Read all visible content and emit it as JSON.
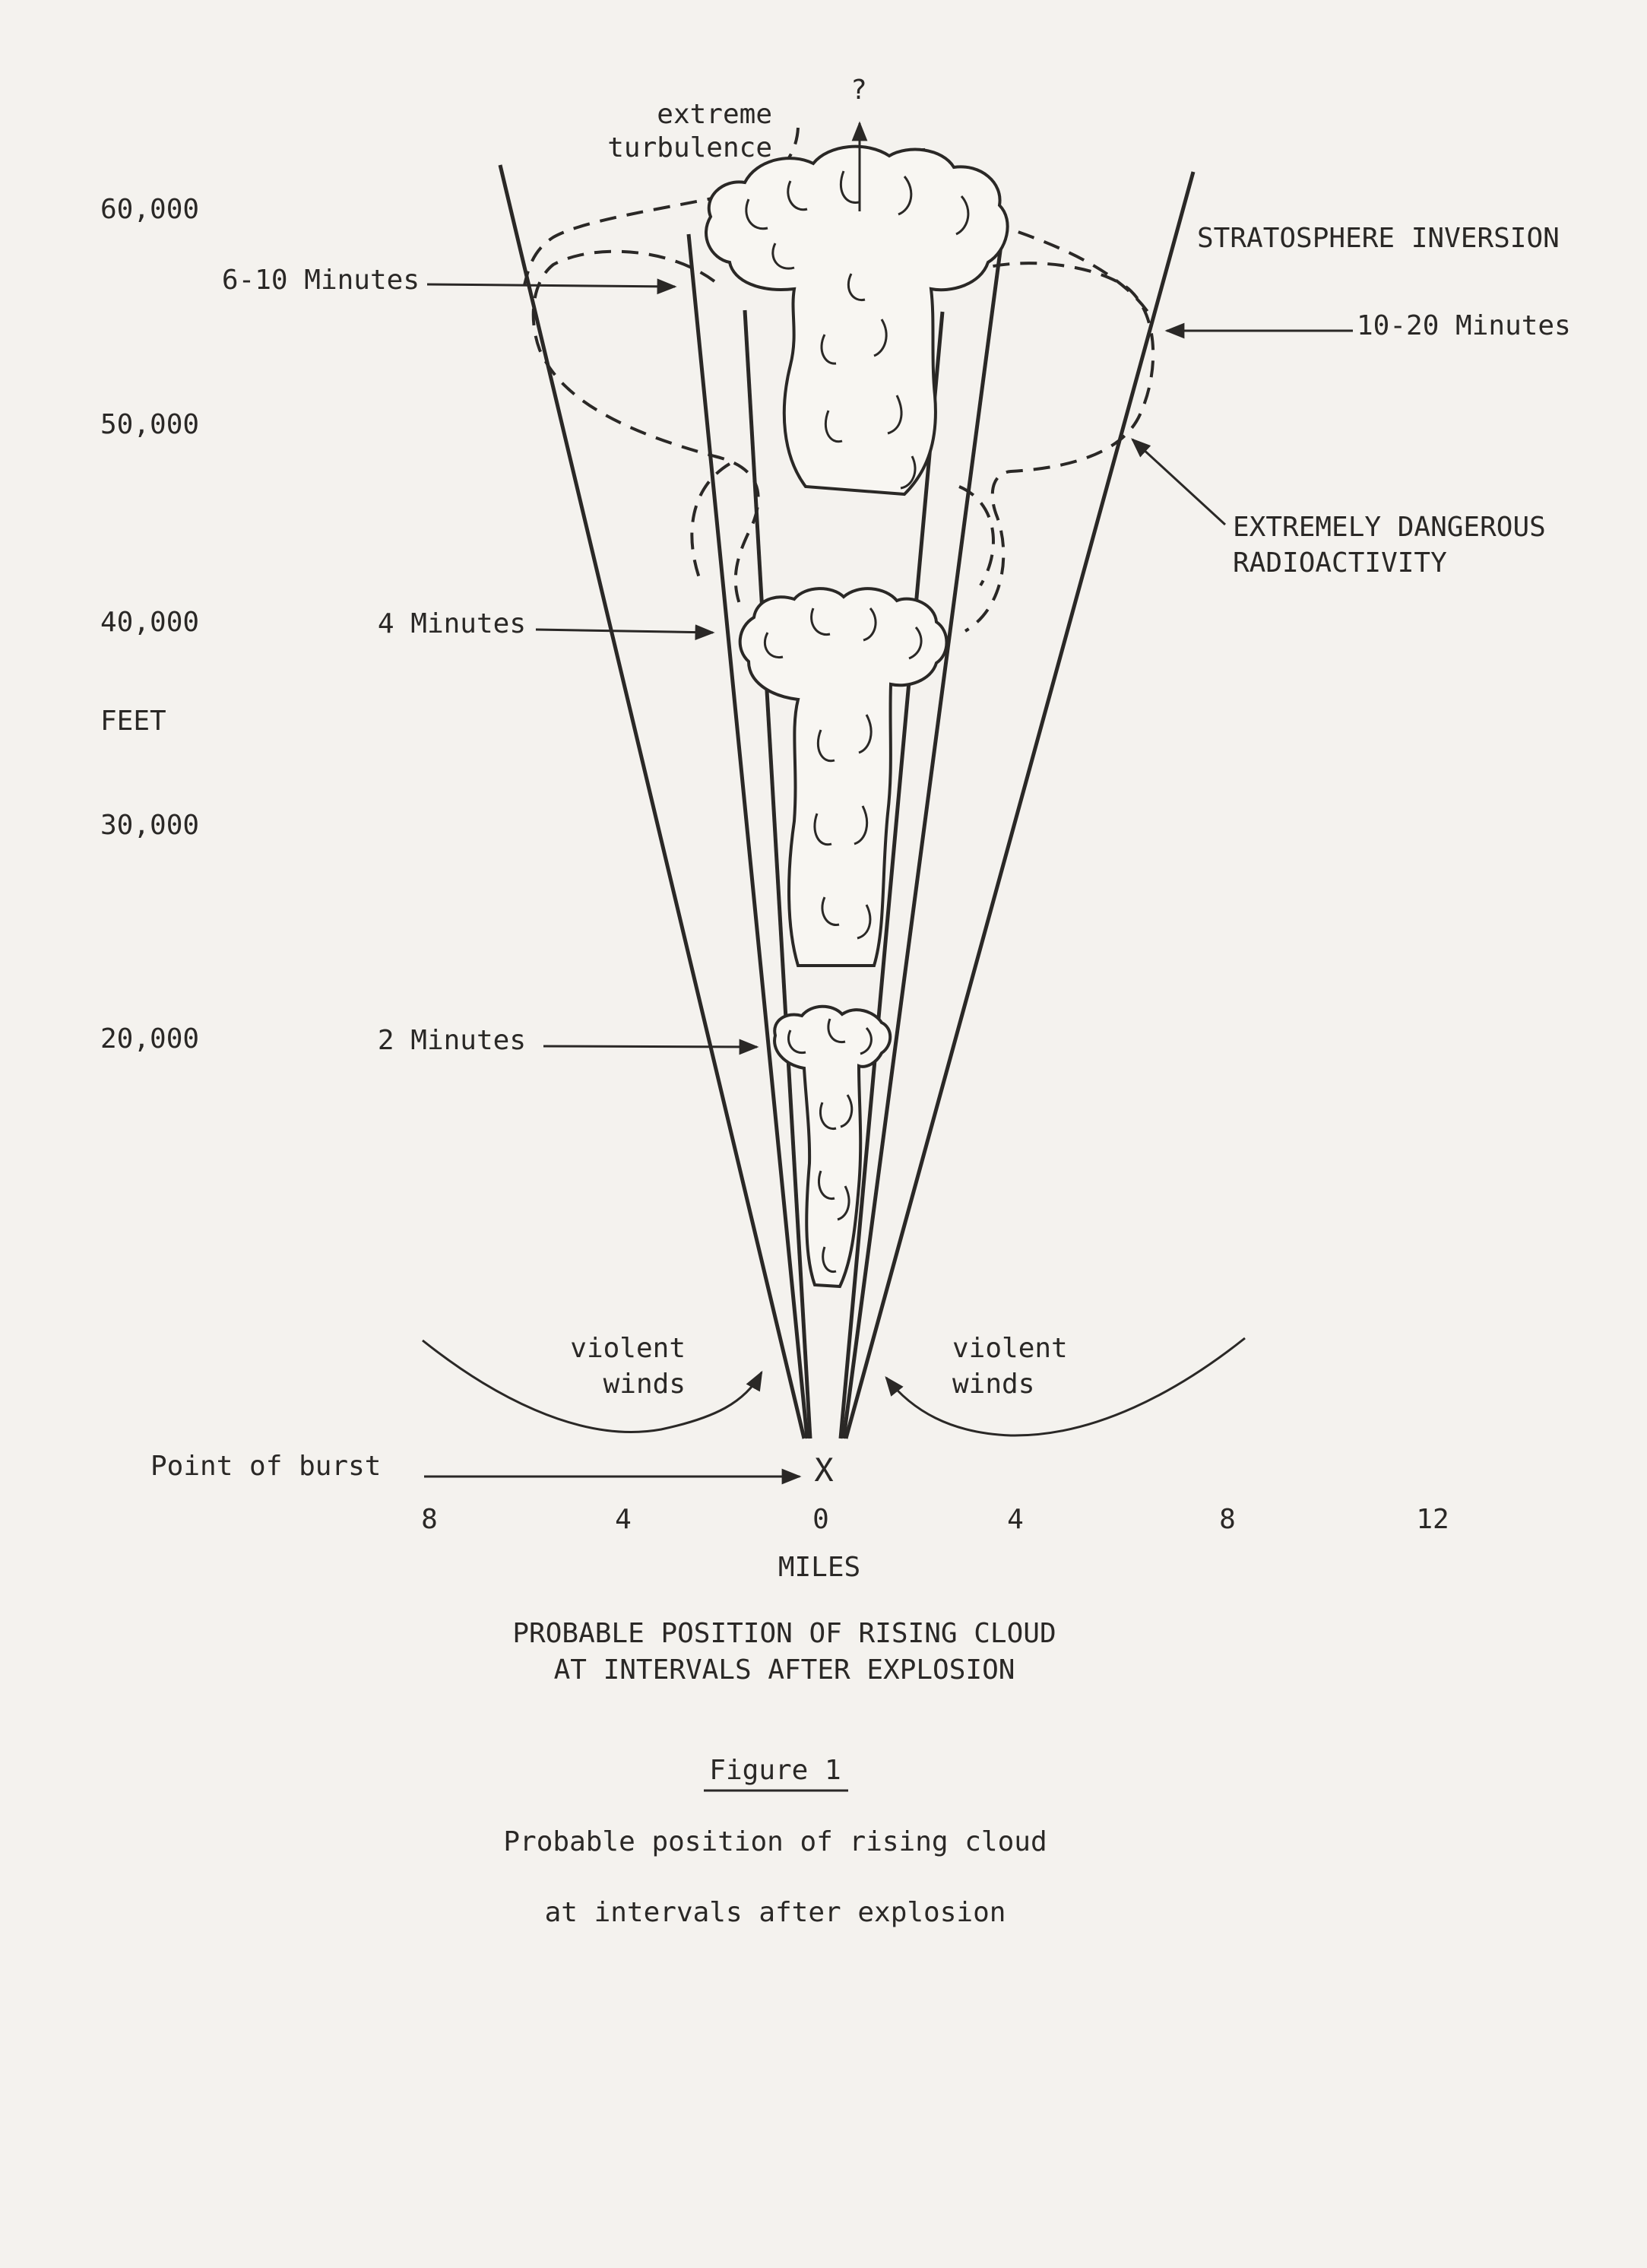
{
  "labels": {
    "question_mark": "?",
    "extreme_1": "extreme",
    "extreme_2": "turbulence",
    "stratosphere": "STRATOSPHERE INVERSION",
    "min_6_10": "6-10 Minutes",
    "min_10_20": "10-20 Minutes",
    "danger_1": "EXTREMELY DANGEROUS",
    "danger_2": "RADIOACTIVITY",
    "min_4": "4 Minutes",
    "min_2": "2 Minutes",
    "winds_left_1": "violent",
    "winds_left_2": "winds",
    "winds_right_1": "violent",
    "winds_right_2": "winds",
    "point_of_burst": "Point of burst",
    "burst_mark": "X"
  },
  "y_axis": {
    "ticks": [
      "60,000",
      "50,000",
      "40,000",
      "30,000",
      "20,000"
    ],
    "unit": "FEET"
  },
  "x_axis": {
    "ticks": [
      "8",
      "4",
      "0",
      "4",
      "8",
      "12"
    ],
    "unit": "MILES"
  },
  "figure_title": {
    "line1": "PROBABLE POSITION OF RISING CLOUD",
    "line2": "AT INTERVALS AFTER EXPLOSION"
  },
  "figure_caption": {
    "label": "Figure 1",
    "line1": "Probable position of rising cloud",
    "line2": "at intervals after explosion"
  }
}
